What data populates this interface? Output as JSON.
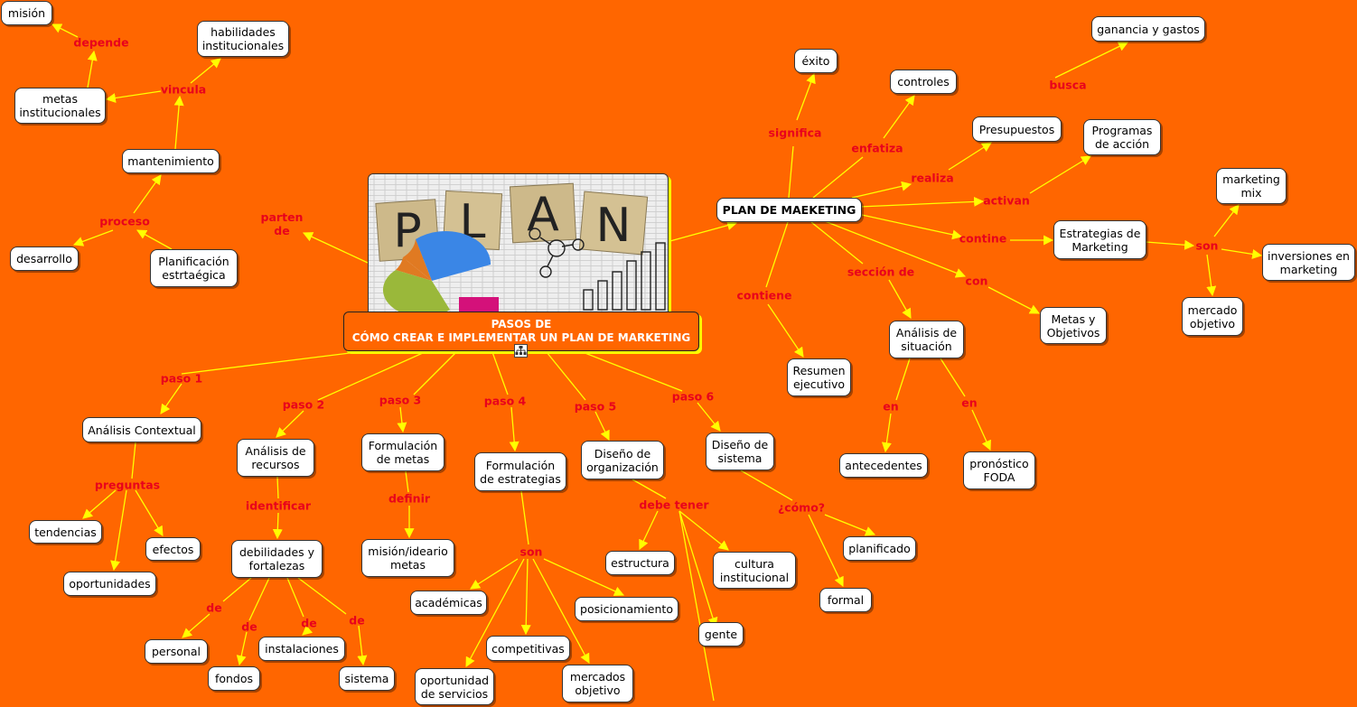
{
  "main_title": "PASOS DE\nCÓMO CREAR E IMPLEMENTAR UN PLAN DE MARKETING",
  "colors": {
    "background": "#ff6600",
    "link": "#ffff00",
    "label": "#e8001c",
    "highlight": "#ffff00"
  },
  "picture": {
    "tiles": [
      "P",
      "L",
      "A",
      "N"
    ],
    "icon": "plan-board-illustration"
  },
  "nodes": {
    "mision": "misión",
    "habilidades": "habilidades\ninstitucionales",
    "metas_inst": "metas\ninstitucionales",
    "mantenimiento": "mantenimiento",
    "desarrollo": "desarrollo",
    "planificacion": "Planificación\nestrtaégica",
    "plan_maeketing": "PLAN DE MAEKETING",
    "exito": "éxito",
    "controles": "controles",
    "ganancia": "ganancia y gastos",
    "presupuestos": "Presupuestos",
    "programas": "Programas\nde acción",
    "marketing_mix": "marketing\nmix",
    "estrategias_mkt": "Estrategias de\nMarketing",
    "inversiones": "inversiones en\nmarketing",
    "mercado_obj_r": "mercado\nobjetivo",
    "metas_obj": "Metas y\nObjetivos",
    "analisis_sit": "Análisis de\nsituación",
    "resumen": "Resumen\nejecutivo",
    "antecedentes": "antecedentes",
    "foda": "pronóstico\nFODA",
    "analisis_ctx": "Análisis Contextual",
    "tendencias": "tendencias",
    "efectos": "efectos",
    "oportunidades": "oportunidades",
    "analisis_rec": "Análisis de\nrecursos",
    "debilidades": "debilidades y\nfortalezas",
    "personal": "personal",
    "fondos": "fondos",
    "instalaciones": "instalaciones",
    "sistema": "sistema",
    "form_metas": "Formulación\nde metas",
    "mision_ideario": "misión/ideario\nmetas",
    "form_estr": "Formulación\nde estrategias",
    "academicas": "académicas",
    "competitivas": "competitivas",
    "oportunidad_serv": "oportunidad\nde servicios",
    "mercados_obj": "mercados\nobjetivo",
    "posicionamiento": "posicionamiento",
    "diseno_org": "Diseño de\norganización",
    "estructura": "estructura",
    "cultura": "cultura\ninstitucional",
    "gente": "gente",
    "diseno_sis": "Diseño de\nsistema",
    "planificado": "planificado",
    "formal": "formal"
  },
  "labels": {
    "depende": "depende",
    "vincula": "vincula",
    "proceso": "proceso",
    "parten_de": "parten\nde",
    "significa": "significa",
    "enfatiza": "enfatiza",
    "busca": "busca",
    "realiza": "realiza",
    "activan": "activan",
    "contine": "contine",
    "son_r": "son",
    "seccion_de": "sección de",
    "con": "con",
    "contiene": "contiene",
    "en1": "en",
    "en2": "en",
    "paso1": "paso 1",
    "paso2": "paso 2",
    "paso3": "paso 3",
    "paso4": "paso 4",
    "paso5": "paso 5",
    "paso6": "paso 6",
    "preguntas": "preguntas",
    "identificar": "identificar",
    "de1": "de",
    "de2": "de",
    "de3": "de",
    "de4": "de",
    "definir": "definir",
    "son_b": "son",
    "debe_tener": "debe tener",
    "como": "¿cómo?"
  }
}
